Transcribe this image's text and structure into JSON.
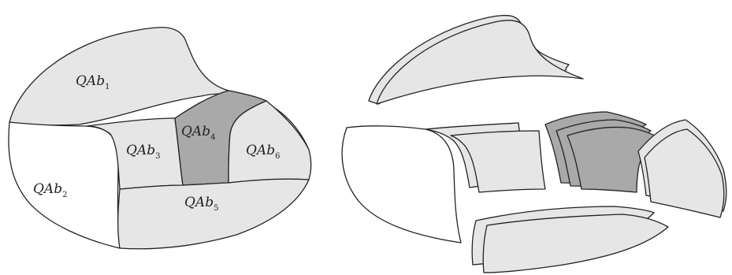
{
  "colors": {
    "light_patch": "#e6e6e6",
    "dark_patch": "#a9a9a9",
    "white_patch": "#ffffff",
    "outline": "#222222"
  },
  "labels": [
    {
      "id": "l1",
      "text": "QAb",
      "sub": "1"
    },
    {
      "id": "l2",
      "text": "QAb",
      "sub": "2"
    },
    {
      "id": "l3",
      "text": "QAb",
      "sub": "3"
    },
    {
      "id": "l4",
      "text": "QAb",
      "sub": "4"
    },
    {
      "id": "l5",
      "text": "QAb",
      "sub": "5"
    },
    {
      "id": "l6",
      "text": "QAb",
      "sub": "6"
    }
  ]
}
